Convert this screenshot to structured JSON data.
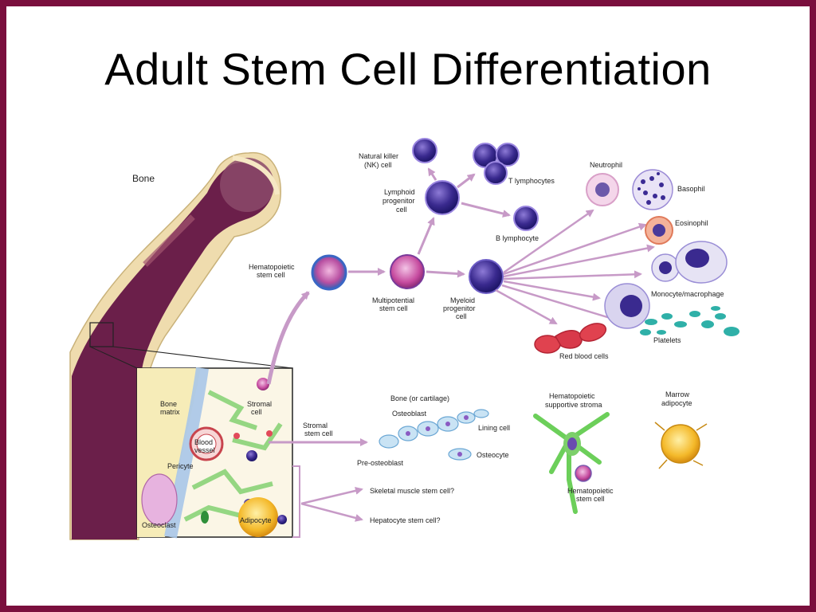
{
  "slide": {
    "title": "Adult Stem Cell Differentiation"
  },
  "diagram": {
    "bone": "Bone",
    "nk_cell": [
      "Natural killer",
      "(NK) cell"
    ],
    "t_lymphocytes": "T lymphocytes",
    "neutrophil": "Neutrophil",
    "basophil": "Basophil",
    "lymphoid_progenitor": [
      "Lymphoid",
      "progenitor",
      "cell"
    ],
    "b_lymphocyte": "B lymphocyte",
    "eosinophil": "Eosinophil",
    "hematopoietic_stem_cell": [
      "Hematopoietic",
      "stem cell"
    ],
    "multipotential_stem_cell": [
      "Multipotential",
      "stem cell"
    ],
    "myeloid_progenitor": [
      "Myeloid",
      "progenitor",
      "cell"
    ],
    "monocyte_macrophage": "Monocyte/macrophage",
    "platelets": "Platelets",
    "red_blood_cells": "Red blood cells",
    "bone_matrix": [
      "Bone",
      "matrix"
    ],
    "stromal_cell": [
      "Stromal",
      "cell"
    ],
    "blood_vessel": [
      "Blood",
      "vessel"
    ],
    "pericyte": "Pericyte",
    "osteoclast": "Osteoclast",
    "adipocyte": "Adipocyte",
    "stromal_stem_cell": [
      "Stromal",
      "stem cell"
    ],
    "bone_or_cartilage": "Bone (or cartilage)",
    "osteoblast": "Osteoblast",
    "lining_cell": "Lining cell",
    "pre_osteoblast": "Pre-osteoblast",
    "osteocyte": "Osteocyte",
    "hematopoietic_supportive_stroma": [
      "Hematopoietic",
      "supportive stroma"
    ],
    "marrow_adipocyte": [
      "Marrow",
      "adipocyte"
    ],
    "hematopoietic_stem_cell_2": [
      "Hematopoietic",
      "stem cell"
    ],
    "skeletal_muscle": "Skeletal muscle stem cell?",
    "hepatocyte": "Hepatocyte stem cell?"
  },
  "colors": {
    "frame": "#7a0f3d",
    "arrow": "#c79ac7",
    "bone_shaft": "#6b1f4a",
    "bone_outer": "#efdcae",
    "stroma_green": "#7ccf6a"
  }
}
